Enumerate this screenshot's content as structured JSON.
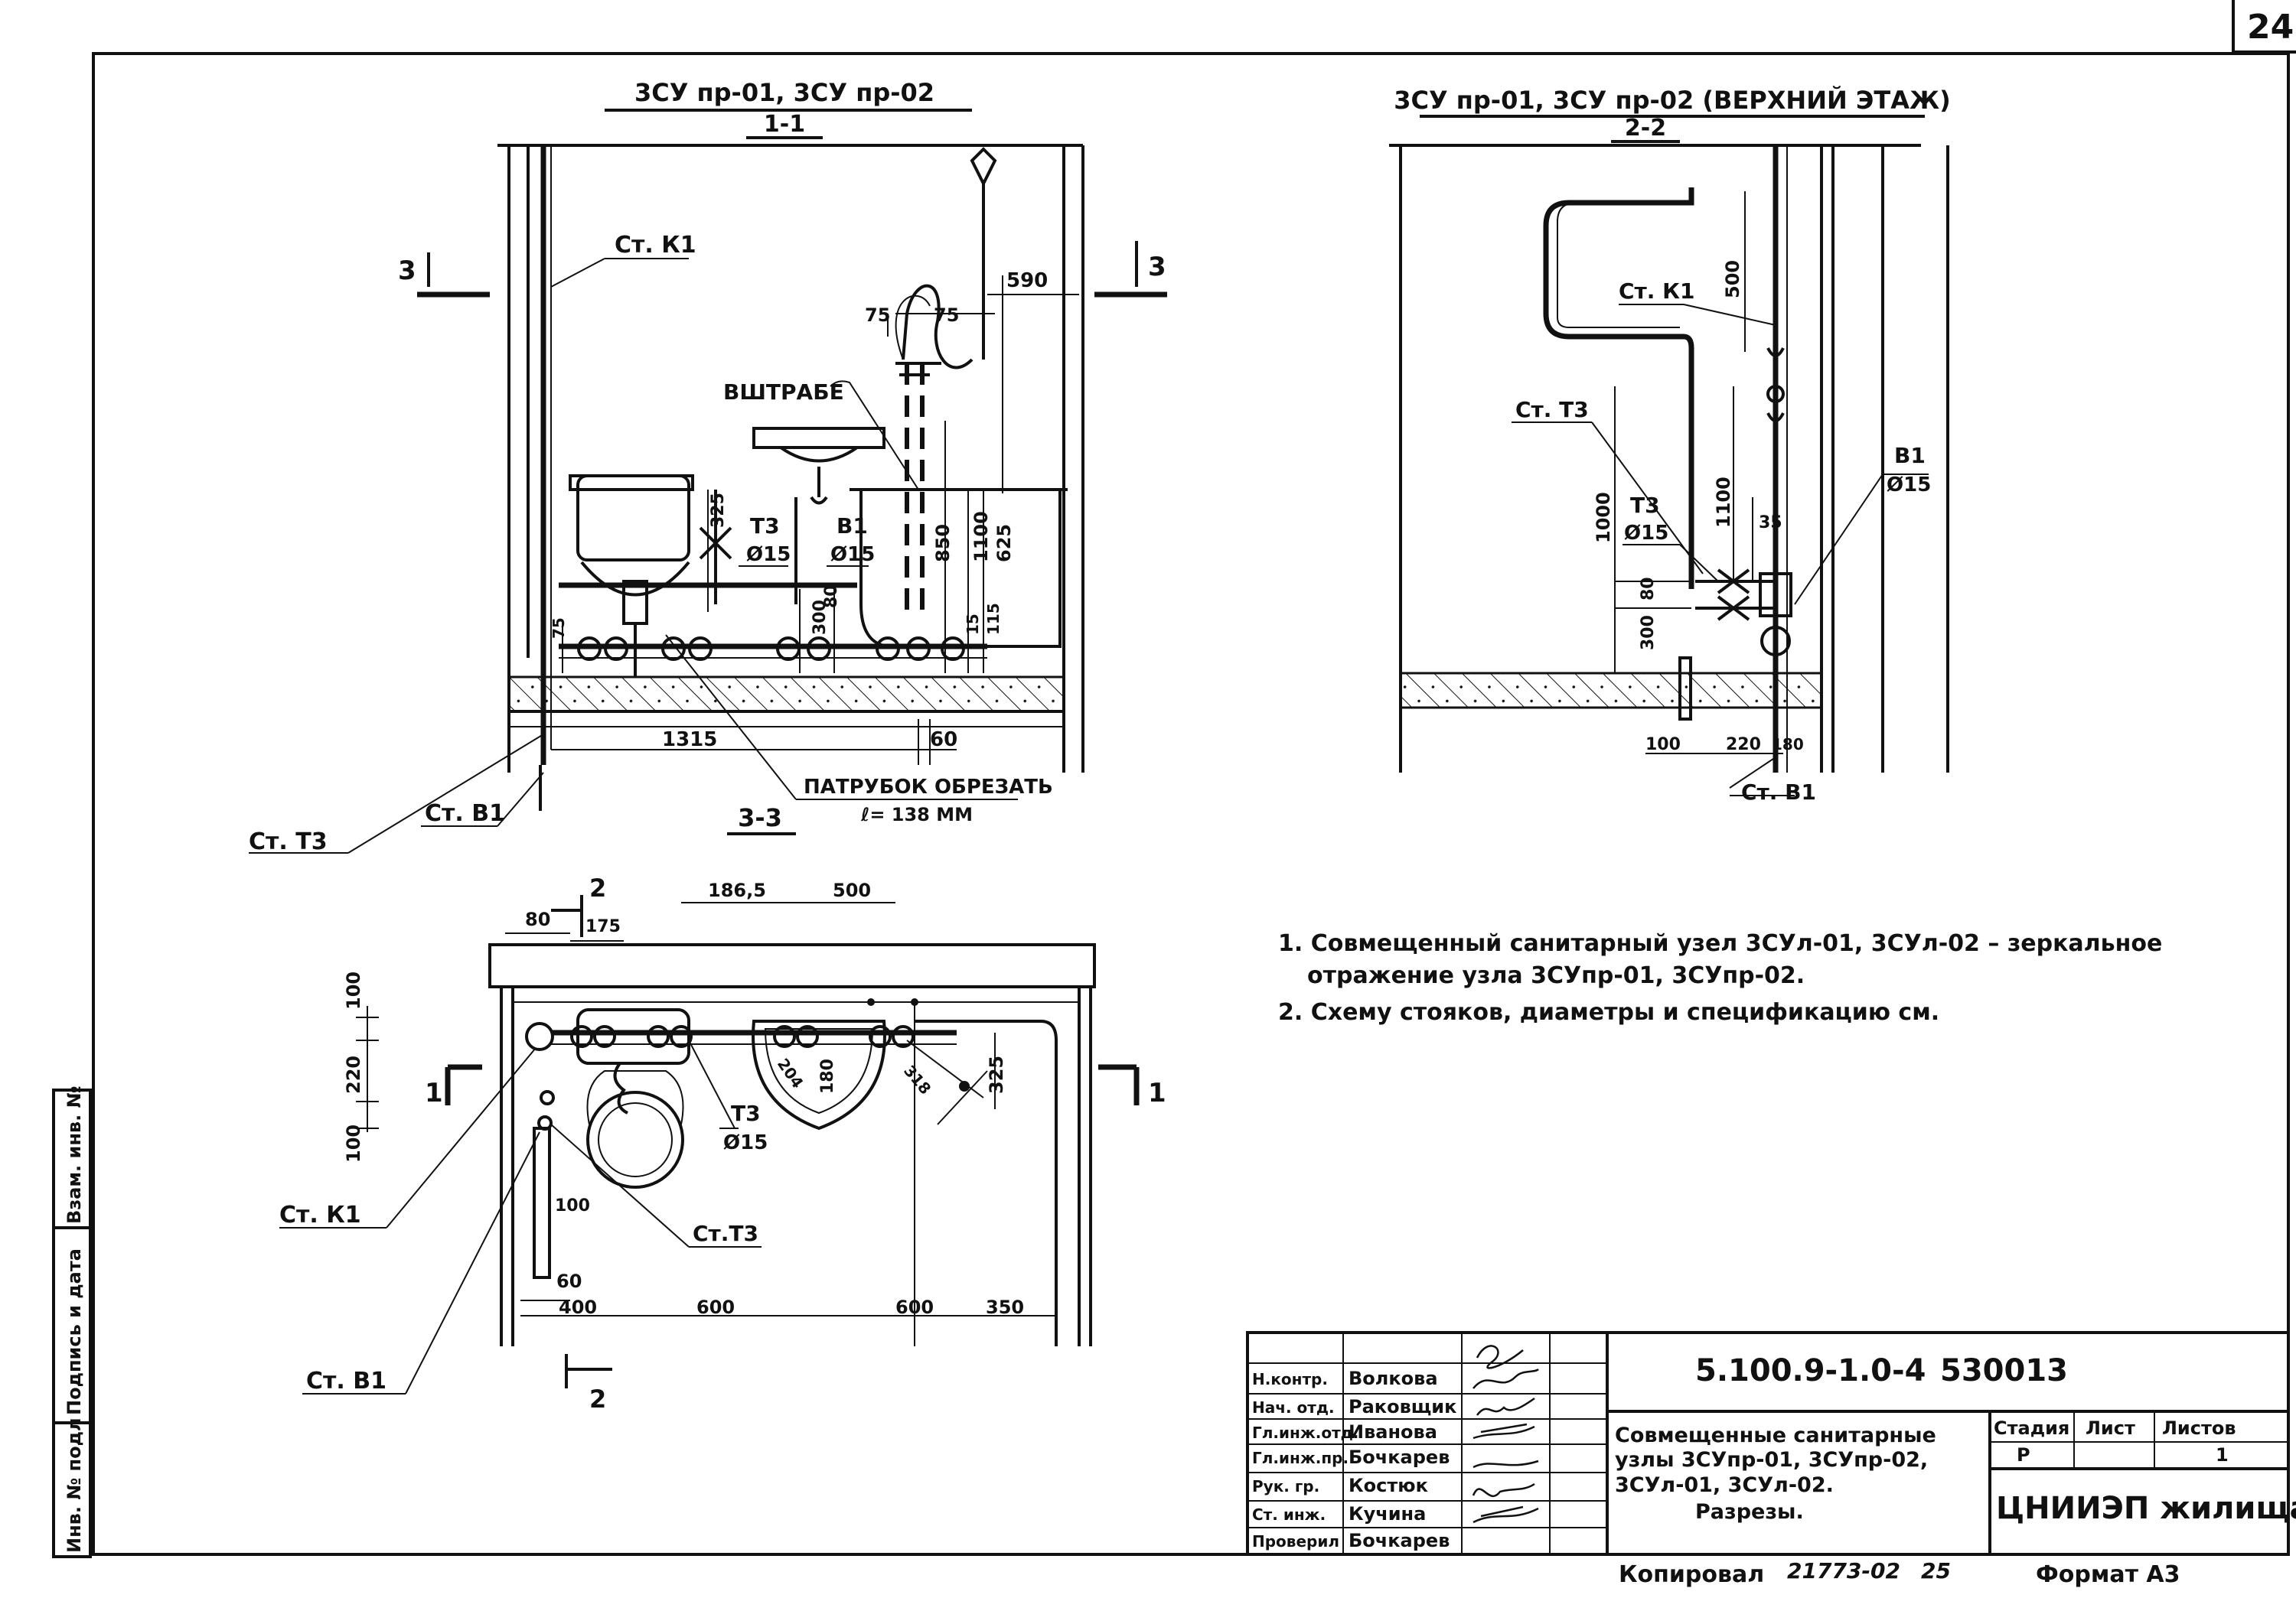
{
  "page_number": "24",
  "section_1_1": {
    "title": "3СУ пр-01, 3СУ пр-02",
    "section": "1-1"
  },
  "section_2_2": {
    "title": "3СУ пр-01, 3СУ пр-02 (ВЕРХНИЙ ЭТАЖ)",
    "section": "2-2"
  },
  "plan_section": "3-3",
  "labels": {
    "st_k1": "Ст. К1",
    "st_t3": "Ст. Т3",
    "st_v1": "Ст. В1",
    "st_t3_plan": "Ст.Т3",
    "v_shtrabe": "ВШТРАБЕ",
    "t3": "Т3",
    "v1": "В1",
    "d15": "Ø15",
    "patrubok": "ПАТРУБОК ОБРЕЗАТЬ",
    "patrubok_len": "ℓ= 138 ММ",
    "cut_3": "3",
    "cut_1": "1",
    "cut_2": "2"
  },
  "dims_1_1": [
    "75",
    "75",
    "590",
    "325",
    "80",
    "300",
    "850",
    "1100",
    "625",
    "15",
    "115",
    "75",
    "1315",
    "60"
  ],
  "dims_2_2": [
    "500",
    "1000",
    "1100",
    "80",
    "300",
    "35",
    "100",
    "220",
    "180"
  ],
  "dims_plan": [
    "80",
    "175",
    "186,5",
    "500",
    "100",
    "220",
    "100",
    "100",
    "60",
    "400",
    "600",
    "600",
    "350",
    "204",
    "180",
    "318",
    "325"
  ],
  "notes": [
    "1. Совмещенный санитарный узел 3СУл-01, 3СУл-02 – зеркальное",
    "отражение узла 3СУпр-01, 3СУпр-02.",
    "2. Схему стояков, диаметры и спецификацию см."
  ],
  "side_stamp": [
    "Инв. № подл",
    "Подпись и дата",
    "Взам. инв. №"
  ],
  "title_block": {
    "doc_code": "5.100.9-1.0-4",
    "doc_number": "530013",
    "roles": [
      "Н.контр.",
      "Нач. отд.",
      "Гл.инж.отд.",
      "Гл.инж.пр.",
      "Рук. гр.",
      "Ст. инж.",
      "Проверил"
    ],
    "names": [
      "Волкова",
      "Раковщик",
      "Иванова",
      "Бочкарев",
      "Костюк",
      "Кучина",
      "Бочкарев"
    ],
    "description": [
      "Совмещенные санитарные",
      "узлы 3СУпр-01, 3СУпр-02,",
      "3СУл-01, 3СУл-02.",
      "Разрезы."
    ],
    "col_stage": "Стадия",
    "col_sheet": "Лист",
    "col_sheets": "Листов",
    "stage": "Р",
    "sheet": "",
    "sheets": "1",
    "org": "ЦНИИЭП жилища",
    "copied": "Копировал",
    "copy_no": "21773-02",
    "copy_sheet": "25",
    "format": "Формат А3"
  }
}
